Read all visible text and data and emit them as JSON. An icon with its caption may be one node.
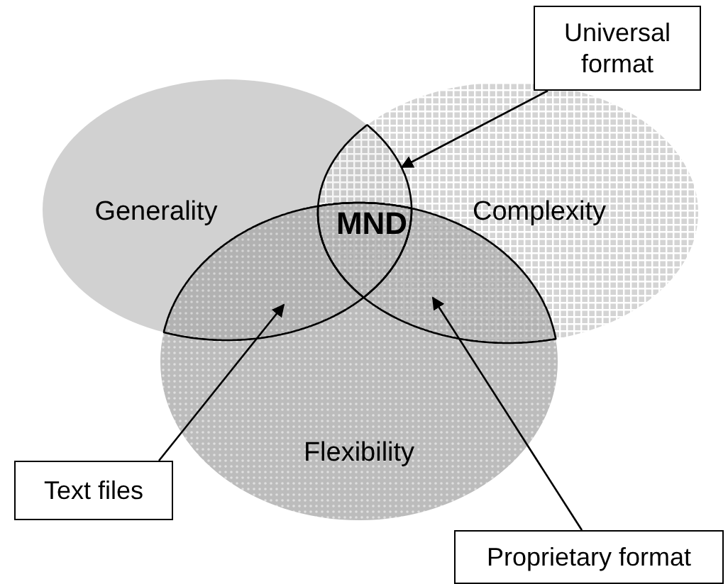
{
  "diagram": {
    "nodes": [
      {
        "text": [
          "Universal format"
        ]
      },
      {
        "text": [
          "Generality"
        ]
      },
      {
        "text": [
          "Complexity"
        ]
      },
      {
        "text": [
          "Flexibility"
        ]
      },
      {
        "text": [
          "Text files"
        ]
      },
      {
        "text": [
          "Proprietary format"
        ]
      },
      {
        "text": [],
        "shape": "lens"
      },
      {
        "text": [],
        "shape": "lens"
      },
      {
        "text": [],
        "shape": "lens"
      }
    ],
    "edges": [
      {
        "from": 0,
        "to": 6,
        "arrow": "to"
      },
      {
        "from": 4,
        "to": 7,
        "arrow": "to"
      },
      {
        "from": 5,
        "to": 8,
        "arrow": "to"
      }
    ],
    "labels": [
      "MND"
    ]
  }
}
